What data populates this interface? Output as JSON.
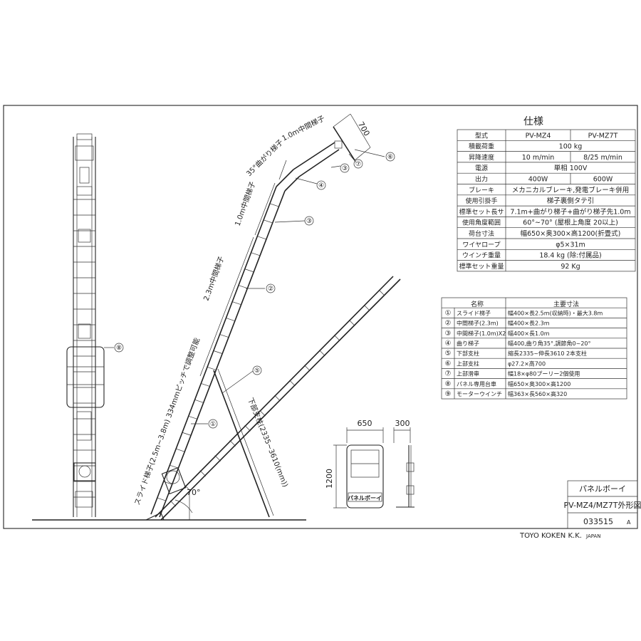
{
  "spec_table": {
    "title": "仕様",
    "rows": [
      {
        "label": "型式",
        "cells": [
          "PV-MZ4",
          "PV-MZ7T"
        ]
      },
      {
        "label": "積載荷重",
        "cells": [
          "100 kg"
        ]
      },
      {
        "label": "昇降速度",
        "cells": [
          "10 m/min",
          "8/25 m/min"
        ]
      },
      {
        "label": "電源",
        "cells": [
          "単相 100V"
        ]
      },
      {
        "label": "出力",
        "cells": [
          "400W",
          "600W"
        ]
      },
      {
        "label": "ブレーキ",
        "cells": [
          "メカニカルブレーキ,発電ブレーキ併用"
        ]
      },
      {
        "label": "使用引掛手",
        "cells": [
          "梯子裏側タテ引"
        ]
      },
      {
        "label": "標準セット長サ",
        "cells": [
          "7.1m+曲がり梯子+曲がり梯子先1.0m"
        ]
      },
      {
        "label": "使用角度範囲",
        "cells": [
          "60°~70° (屋根上角度 20以上)"
        ]
      },
      {
        "label": "荷台寸法",
        "cells": [
          "幅650×奥300×高1200(折畳式)"
        ]
      },
      {
        "label": "ワイヤロープ",
        "cells": [
          "φ5×31m"
        ]
      },
      {
        "label": "ウインチ重量",
        "cells": [
          "18.4 kg (除:付属品)"
        ]
      },
      {
        "label": "標準セット重量",
        "cells": [
          "92 Kg"
        ]
      }
    ]
  },
  "parts_table": {
    "headers": [
      "名称",
      "主要寸法"
    ],
    "rows": [
      {
        "no": "①",
        "name": "スライド梯子",
        "dim": "幅400×長2.5m(収納時)・最大3.8m"
      },
      {
        "no": "②",
        "name": "中間梯子(2.3m)",
        "dim": "幅400×長2.3m"
      },
      {
        "no": "③",
        "name": "中間梯子(1.0m)X2",
        "dim": "幅400×長1.0m"
      },
      {
        "no": "④",
        "name": "曲り梯子",
        "dim": "幅400,曲り角35°,調節角0~20°"
      },
      {
        "no": "⑤",
        "name": "下部支柱",
        "dim": "縮長2335~伸長3610 2本支柱"
      },
      {
        "no": "⑥",
        "name": "上部支柱",
        "dim": "φ27.2×高700"
      },
      {
        "no": "⑦",
        "name": "上部滑車",
        "dim": "幅18×φ80プーリー2個使用"
      },
      {
        "no": "⑧",
        "name": "パネル専用台車",
        "dim": "幅650×奥300×高1200"
      },
      {
        "no": "⑨",
        "name": "モーターウインチ",
        "dim": "幅363×長560×高320"
      }
    ]
  },
  "drawing_labels": {
    "dim_700": "700",
    "top_ladder": "1.0m中間梯子",
    "bend_ladder": "35°曲がり梯子",
    "mid_ladder_1m": "1.0m中間梯子",
    "mid_ladder_23": "2.3m中間梯子",
    "slide_ladder": "スライド梯子(2.5m~3.8m) 334mmピッチで調整可能",
    "lower_support": "下部支柱(2335~3610(mm))",
    "angle": "70°",
    "callouts": [
      "①",
      "②",
      "③",
      "③",
      "④",
      "⑤",
      "⑥",
      "⑦",
      "⑧"
    ],
    "cart_width": "650",
    "cart_depth": "300",
    "cart_height": "1200",
    "cart_logo": "パネルボーイ"
  },
  "title_block": {
    "product": "パネルボーイ",
    "drawing_title": "PV-MZ4/MZ7T外形図",
    "drawing_no": "033515",
    "revision": "A",
    "company": "TOYO KOKEN K.K.",
    "country": "JAPAN"
  }
}
